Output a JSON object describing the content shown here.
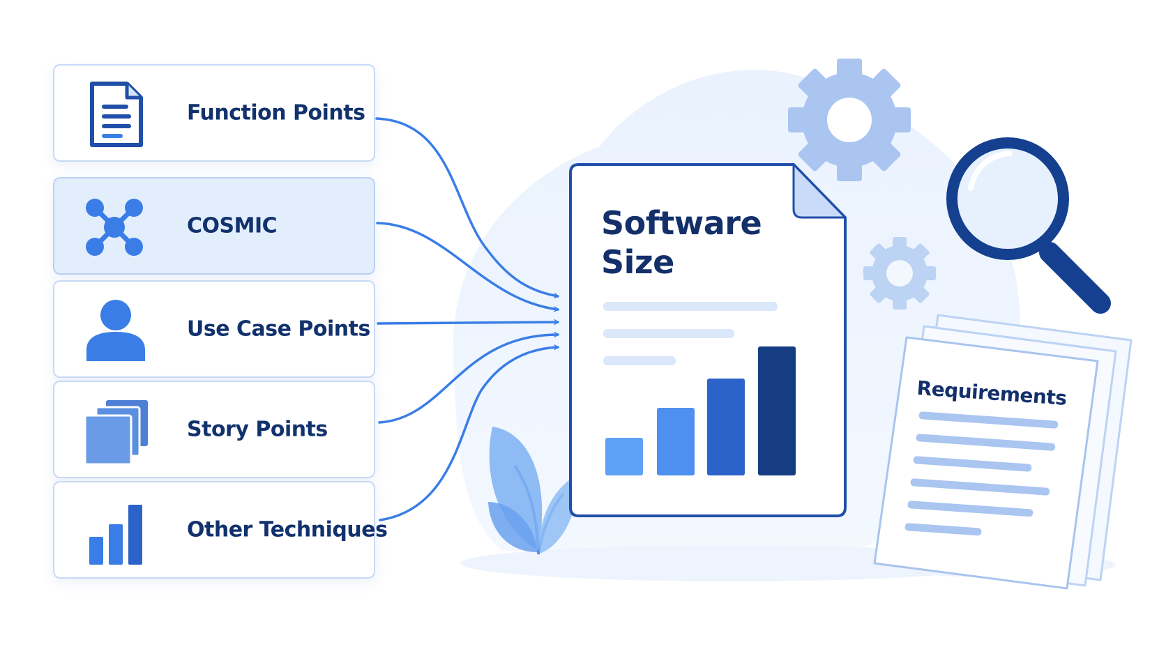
{
  "techniques": [
    {
      "label": "Function Points",
      "icon": "document-icon"
    },
    {
      "label": "COSMIC",
      "icon": "network-nodes-icon"
    },
    {
      "label": "Use Case Points",
      "icon": "user-icon"
    },
    {
      "label": "Story Points",
      "icon": "stacked-cards-icon"
    },
    {
      "label": "Other Techniques",
      "icon": "bar-chart-icon"
    }
  ],
  "central_document": {
    "title_line1": "Software",
    "title_line2": "Size"
  },
  "requirements_document": {
    "title": "Requirements"
  },
  "decorations": [
    "gear-icon",
    "magnifier-icon",
    "leaf-plant-icon"
  ],
  "colors": {
    "navy": "#14306b",
    "accent_blue": "#3a7de6",
    "light_blue": "#e3eefd",
    "bar_1": "#5fa2f5",
    "bar_2": "#4d90ef",
    "bar_3": "#2c63c9",
    "bar_4": "#163d82"
  }
}
